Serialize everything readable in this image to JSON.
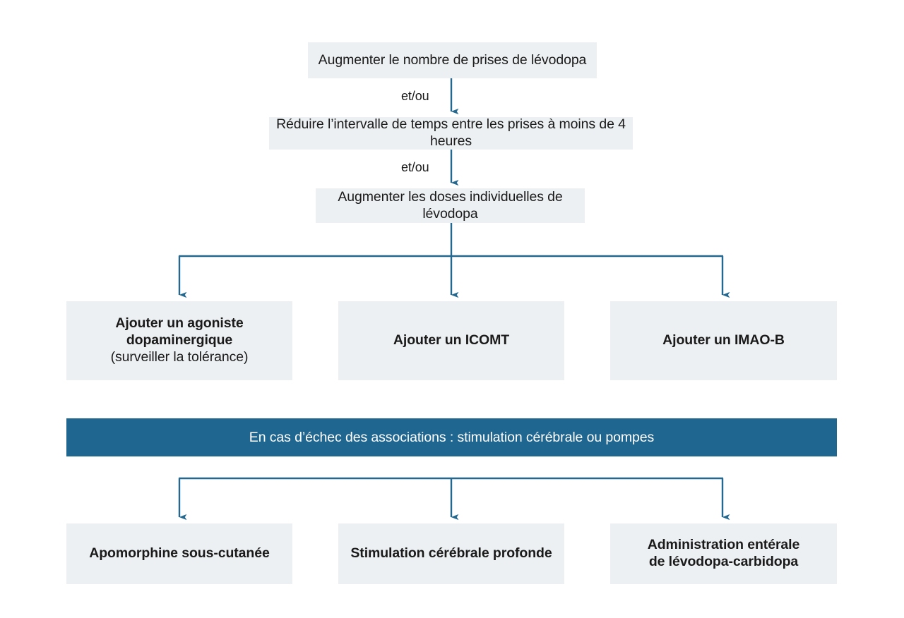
{
  "figure": {
    "type": "flowchart",
    "language": "fr",
    "colors": {
      "node_fill": "#edf0f2",
      "banner_fill": "#1f6691",
      "banner_text": "#ffffff",
      "connector": "#24688f",
      "text": "#1a1a1a",
      "background": "#ffffff"
    }
  },
  "steps": [
    {
      "id": "step-1",
      "label": "Augmenter le nombre de prises de lévodopa"
    },
    {
      "id": "step-2",
      "label": "Réduire l’intervalle de temps entre les prises à moins de 4 heures"
    },
    {
      "id": "step-3",
      "label": "Augmenter les doses individuelles de lévodopa"
    }
  ],
  "connectors": {
    "conjunction_1": "et/ou",
    "conjunction_2": "et/ou"
  },
  "options": [
    {
      "id": "option-agoniste",
      "label": "Ajouter un agoniste",
      "label_line2": "dopaminergique",
      "note": "(surveiller la tolérance)"
    },
    {
      "id": "option-icomt",
      "label": "Ajouter un ICOMT",
      "label_line2": "",
      "note": ""
    },
    {
      "id": "option-imaob",
      "label": "Ajouter un IMAO-B",
      "label_line2": "",
      "note": ""
    }
  ],
  "banner": {
    "id": "escalation-banner",
    "label": "En cas d’échec des associations : stimulation cérébrale ou pompes"
  },
  "advanced": [
    {
      "id": "advanced-apomorphine",
      "label": "Apomorphine sous-cutanée",
      "label_line2": ""
    },
    {
      "id": "advanced-dbs",
      "label": "Stimulation cérébrale profonde",
      "label_line2": ""
    },
    {
      "id": "advanced-enteral",
      "label": "Administration entérale",
      "label_line2": "de lévodopa-carbidopa"
    }
  ]
}
